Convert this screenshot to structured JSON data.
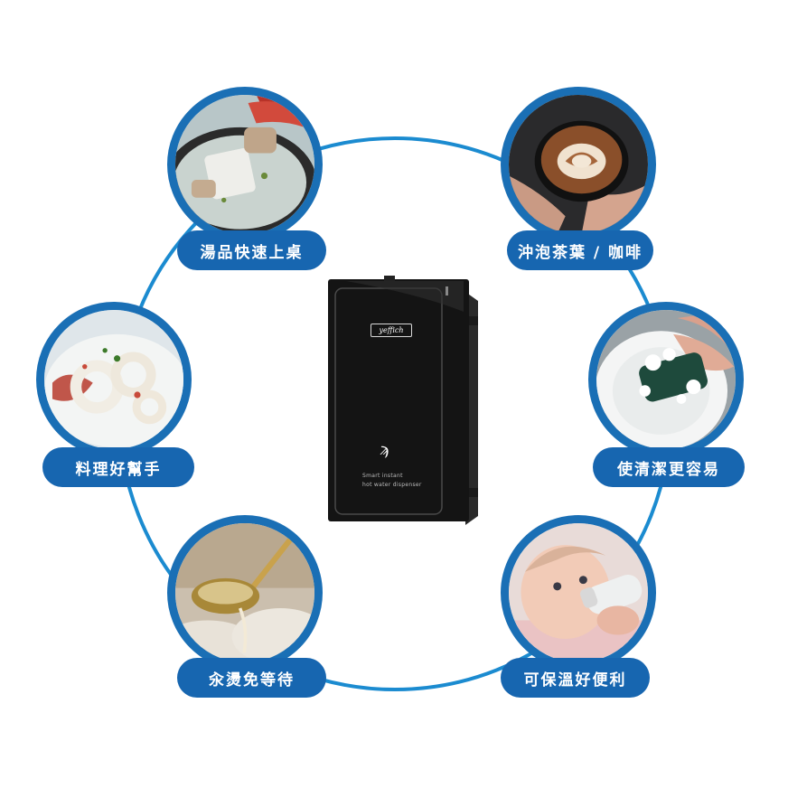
{
  "features": {
    "soup": "湯品快速上桌",
    "coffee": "沖泡茶葉 / 咖啡",
    "cooking": "料理好幫手",
    "cleaning": "使清潔更容易",
    "scalding": "汆燙免等待",
    "warm": "可保溫好便利"
  },
  "device": {
    "brand": "yeffich",
    "line1": "Smart instant",
    "line2": "hot water dispenser"
  },
  "colors": {
    "accent": "#1766b0",
    "ring": "#1b8bd0",
    "device": "#141414"
  },
  "icons": {
    "soup": "soup-bowl-photo",
    "coffee": "latte-art-photo",
    "cooking": "squid-dish-photo",
    "cleaning": "dish-washing-photo",
    "scalding": "ladle-steam-photo",
    "warm": "baby-bottle-photo"
  }
}
